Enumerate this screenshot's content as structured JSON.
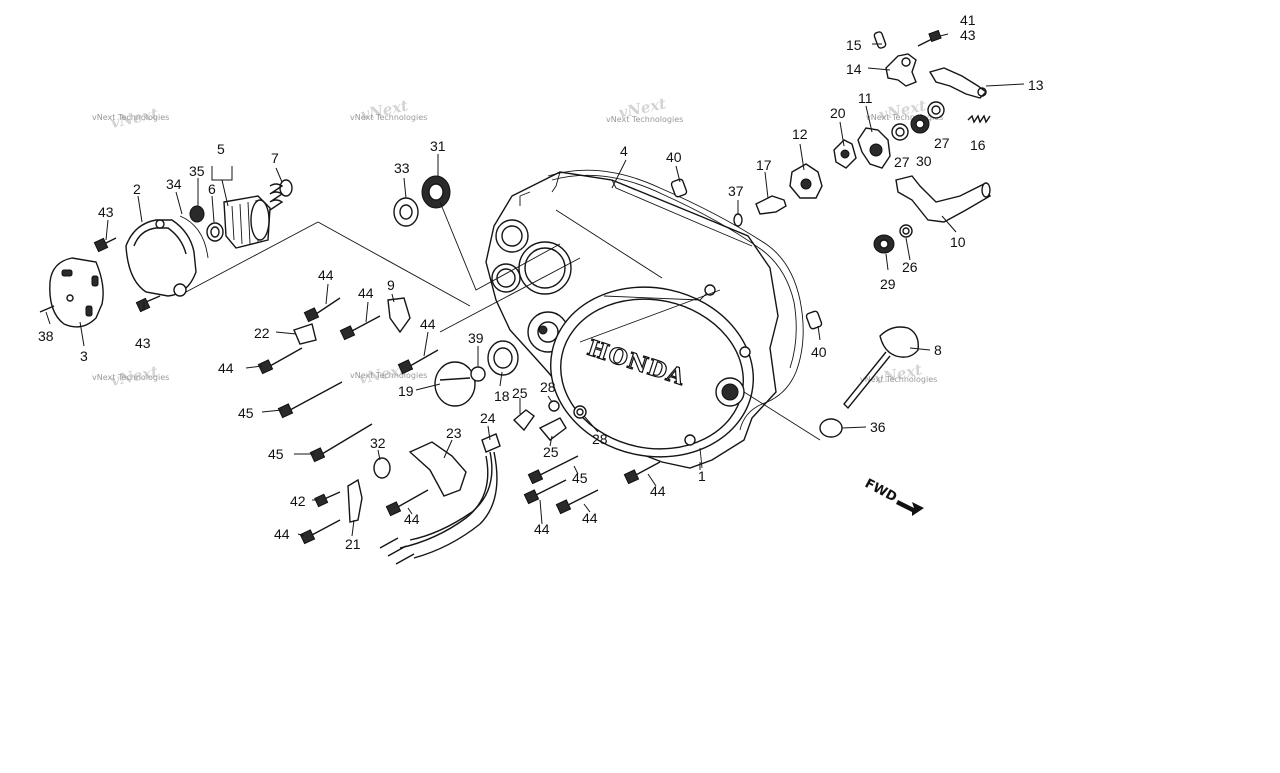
{
  "diagram": {
    "watermark_text": "vNext Technologies",
    "brand_text": "HONDA",
    "direction_text": "FWD",
    "callouts": [
      {
        "id": "c41",
        "text": "41"
      },
      {
        "id": "c43a",
        "text": "43"
      },
      {
        "id": "c15",
        "text": "15"
      },
      {
        "id": "c14",
        "text": "14"
      },
      {
        "id": "c13",
        "text": "13"
      },
      {
        "id": "c11",
        "text": "11"
      },
      {
        "id": "c20",
        "text": "20"
      },
      {
        "id": "c12",
        "text": "12"
      },
      {
        "id": "c27a",
        "text": "27"
      },
      {
        "id": "c27b",
        "text": "27"
      },
      {
        "id": "c30",
        "text": "30"
      },
      {
        "id": "c16",
        "text": "16"
      },
      {
        "id": "c17",
        "text": "17"
      },
      {
        "id": "c37",
        "text": "37"
      },
      {
        "id": "c40a",
        "text": "40"
      },
      {
        "id": "c4",
        "text": "4"
      },
      {
        "id": "c31",
        "text": "31"
      },
      {
        "id": "c33",
        "text": "33"
      },
      {
        "id": "c5",
        "text": "5"
      },
      {
        "id": "c7",
        "text": "7"
      },
      {
        "id": "c2",
        "text": "2"
      },
      {
        "id": "c34",
        "text": "34"
      },
      {
        "id": "c35",
        "text": "35"
      },
      {
        "id": "c6",
        "text": "6"
      },
      {
        "id": "c43b",
        "text": "43"
      },
      {
        "id": "c38",
        "text": "38"
      },
      {
        "id": "c3",
        "text": "3"
      },
      {
        "id": "c43c",
        "text": "43"
      },
      {
        "id": "c10",
        "text": "10"
      },
      {
        "id": "c26",
        "text": "26"
      },
      {
        "id": "c29",
        "text": "29"
      },
      {
        "id": "c40b",
        "text": "40"
      },
      {
        "id": "c8",
        "text": "8"
      },
      {
        "id": "c36",
        "text": "36"
      },
      {
        "id": "c44a",
        "text": "44"
      },
      {
        "id": "c44b",
        "text": "44"
      },
      {
        "id": "c9",
        "text": "9"
      },
      {
        "id": "c22",
        "text": "22"
      },
      {
        "id": "c44c",
        "text": "44"
      },
      {
        "id": "c44d",
        "text": "44"
      },
      {
        "id": "c39",
        "text": "39"
      },
      {
        "id": "c19",
        "text": "19"
      },
      {
        "id": "c18",
        "text": "18"
      },
      {
        "id": "c25a",
        "text": "25"
      },
      {
        "id": "c28a",
        "text": "28"
      },
      {
        "id": "c28b",
        "text": "28"
      },
      {
        "id": "c25b",
        "text": "25"
      },
      {
        "id": "c45a",
        "text": "45"
      },
      {
        "id": "c45b",
        "text": "45"
      },
      {
        "id": "c32",
        "text": "32"
      },
      {
        "id": "c23",
        "text": "23"
      },
      {
        "id": "c24",
        "text": "24"
      },
      {
        "id": "c1",
        "text": "1"
      },
      {
        "id": "c44e",
        "text": "44"
      },
      {
        "id": "c45c",
        "text": "45"
      },
      {
        "id": "c42",
        "text": "42"
      },
      {
        "id": "c44f",
        "text": "44"
      },
      {
        "id": "c21",
        "text": "21"
      },
      {
        "id": "c44g",
        "text": "44"
      },
      {
        "id": "c44h",
        "text": "44"
      },
      {
        "id": "c44i",
        "text": "44"
      }
    ]
  }
}
